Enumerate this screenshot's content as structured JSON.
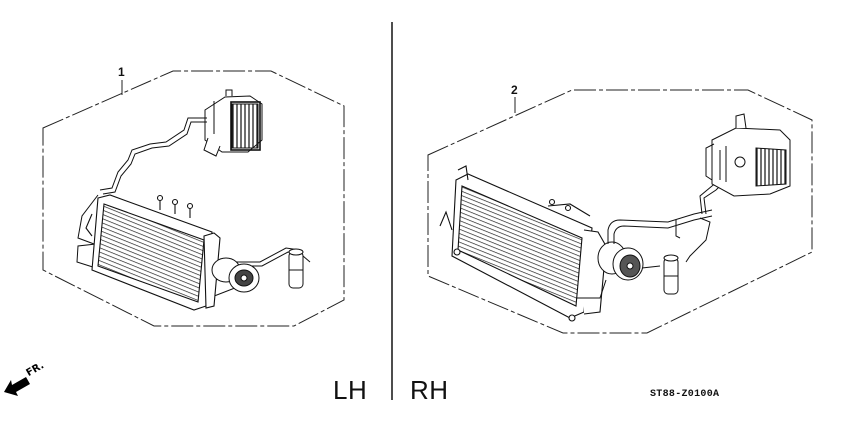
{
  "diagram": {
    "type": "parts-exploded-view",
    "subject": "Air conditioner kit assembly",
    "reference_code": "ST88-Z0100A",
    "orientation_marker": {
      "label": "FR.",
      "icon": "front-direction-arrow-icon"
    },
    "panels": [
      {
        "side_label": "LH",
        "callout_number": "1",
        "components": [
          "evaporator-unit",
          "condenser",
          "compressor",
          "receiver-drier",
          "refrigerant-pipes"
        ]
      },
      {
        "side_label": "RH",
        "callout_number": "2",
        "components": [
          "evaporator-unit",
          "condenser",
          "compressor",
          "receiver-drier",
          "refrigerant-pipes"
        ]
      }
    ],
    "colors": {
      "line": "#111111",
      "background": "#ffffff"
    }
  }
}
